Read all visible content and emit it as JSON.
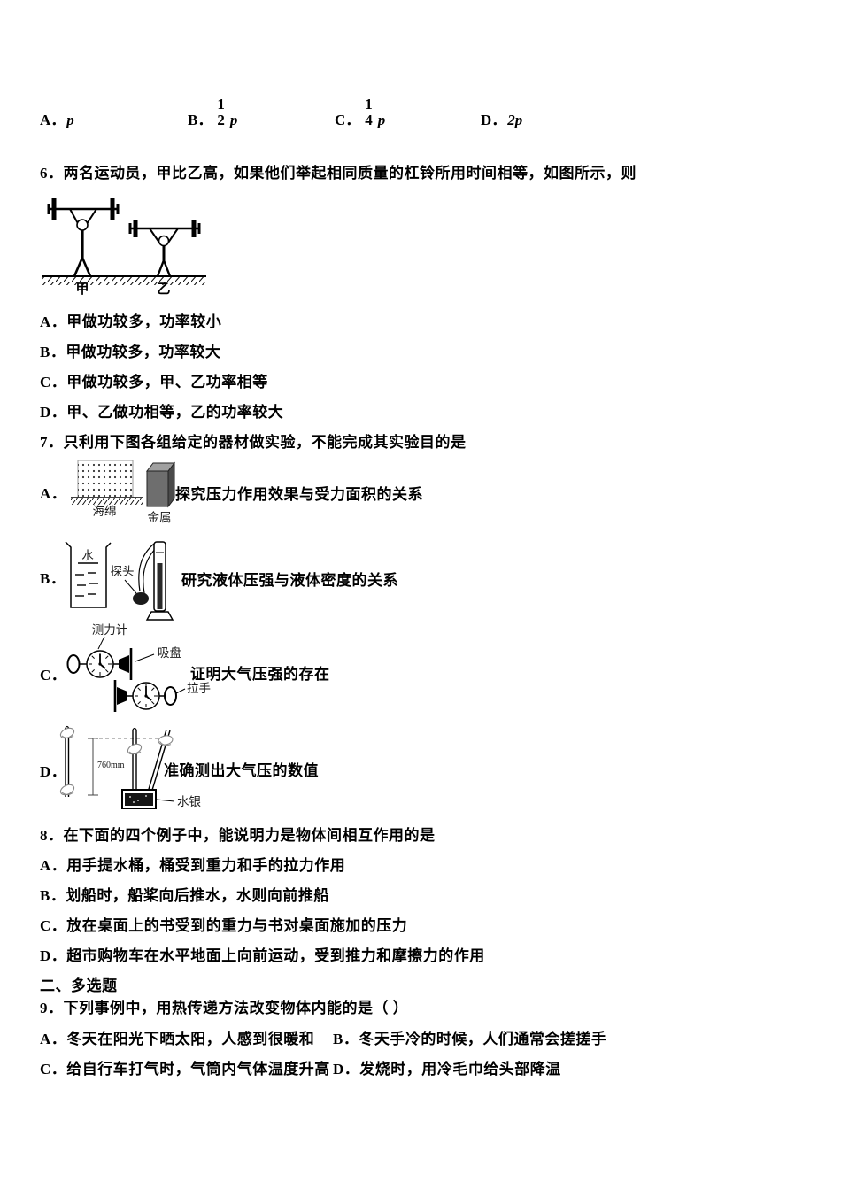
{
  "q5_row": {
    "a_label": "A．",
    "a_value": "p",
    "b_label": "B．",
    "b_frac_num": "1",
    "b_frac_den": "2",
    "b_value": "p",
    "c_label": "C．",
    "c_frac_num": "1",
    "c_frac_den": "4",
    "c_value": "p",
    "d_label": "D．",
    "d_value": "2p"
  },
  "q6": {
    "text": "6．两名运动员，甲比乙高，如果他们举起相同质量的杠铃所用时间相等，如图所示，则",
    "figure_labels": {
      "left": "甲",
      "right": "乙"
    },
    "options": [
      "A．甲做功较多，功率较小",
      "B．甲做功较多，功率较大",
      "C．甲做功较多，甲、乙功率相等",
      "D．甲、乙做功相等，乙的功率较大"
    ]
  },
  "q7": {
    "text": "7．只利用下图各组给定的器材做实验，不能完成其实验目的是",
    "a": {
      "label": "A．",
      "desc": "探究压力作用效果与受力面积的关系",
      "sponge": "海绵",
      "metal": "金属"
    },
    "b": {
      "label": "B．",
      "desc": "研究液体压强与液体密度的关系",
      "water": "水",
      "probe": "探头"
    },
    "c": {
      "label": "C．",
      "desc": "证明大气压强的存在",
      "meter": "测力计",
      "cup": "吸盘",
      "handle": "拉手"
    },
    "d": {
      "label": "D．",
      "desc": "准确测出大气压的数值",
      "height": "760mm",
      "mercury": "水银"
    }
  },
  "q8": {
    "text": "8．在下面的四个例子中，能说明力是物体间相互作用的是",
    "options": [
      "A．用手提水桶，桶受到重力和手的拉力作用",
      "B．划船时，船桨向后推水，水则向前推船",
      "C．放在桌面上的书受到的重力与书对桌面施加的压力",
      "D．超市购物车在水平地面上向前运动，受到推力和摩擦力的作用"
    ]
  },
  "section2_title": "二、多选题",
  "q9": {
    "text": "9．下列事例中，用热传递方法改变物体内能的是（  ）",
    "option_a": "A．冬天在阳光下晒太阳，人感到很暖和",
    "option_b": "B．冬天手冷的时候，人们通常会搓搓手",
    "option_c": "C．给自行车打气时，气筒内气体温度升高",
    "option_d": "D．发烧时，用冷毛巾给头部降温"
  }
}
